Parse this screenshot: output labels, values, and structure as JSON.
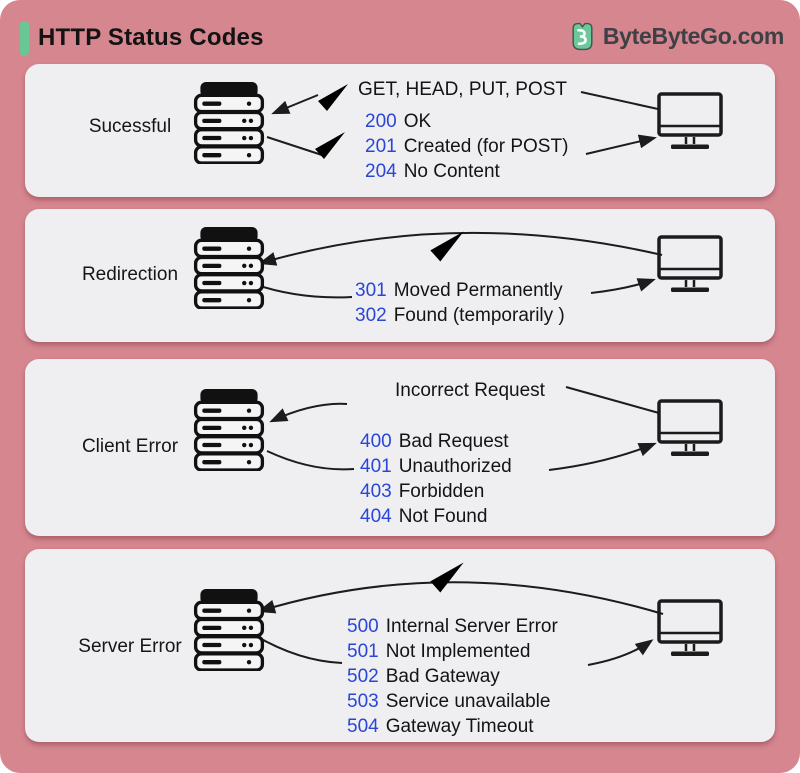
{
  "header": {
    "title": "HTTP Status Codes",
    "brand": "ByteByteGo.com"
  },
  "colors": {
    "background_pink": "#d5868e",
    "panel_gray": "#efeef0",
    "code_blue": "#2946d9",
    "check_green": "#2da04a",
    "cross_red": "#df1d1d",
    "accent_mint": "#68c795"
  },
  "sections": [
    {
      "label": "Sucessful",
      "annotation": "GET, HEAD, PUT, POST",
      "codes": [
        {
          "code": "200",
          "text": "OK"
        },
        {
          "code": "201",
          "text": "Created (for POST)"
        },
        {
          "code": "204",
          "text": "No Content"
        }
      ]
    },
    {
      "label": "Redirection",
      "codes": [
        {
          "code": "301",
          "text": "Moved Permanently"
        },
        {
          "code": "302",
          "text": "Found (temporarily )"
        }
      ]
    },
    {
      "label": "Client Error",
      "annotation": "Incorrect Request",
      "codes": [
        {
          "code": "400",
          "text": "Bad Request"
        },
        {
          "code": "401",
          "text": "Unauthorized"
        },
        {
          "code": "403",
          "text": "Forbidden"
        },
        {
          "code": "404",
          "text": "Not Found"
        }
      ]
    },
    {
      "label": "Server Error",
      "codes": [
        {
          "code": "500",
          "text": "Internal Server Error"
        },
        {
          "code": "501",
          "text": "Not Implemented"
        },
        {
          "code": "502",
          "text": "Bad Gateway"
        },
        {
          "code": "503",
          "text": "Service unavailable"
        },
        {
          "code": "504",
          "text": "Gateway Timeout"
        }
      ]
    }
  ]
}
